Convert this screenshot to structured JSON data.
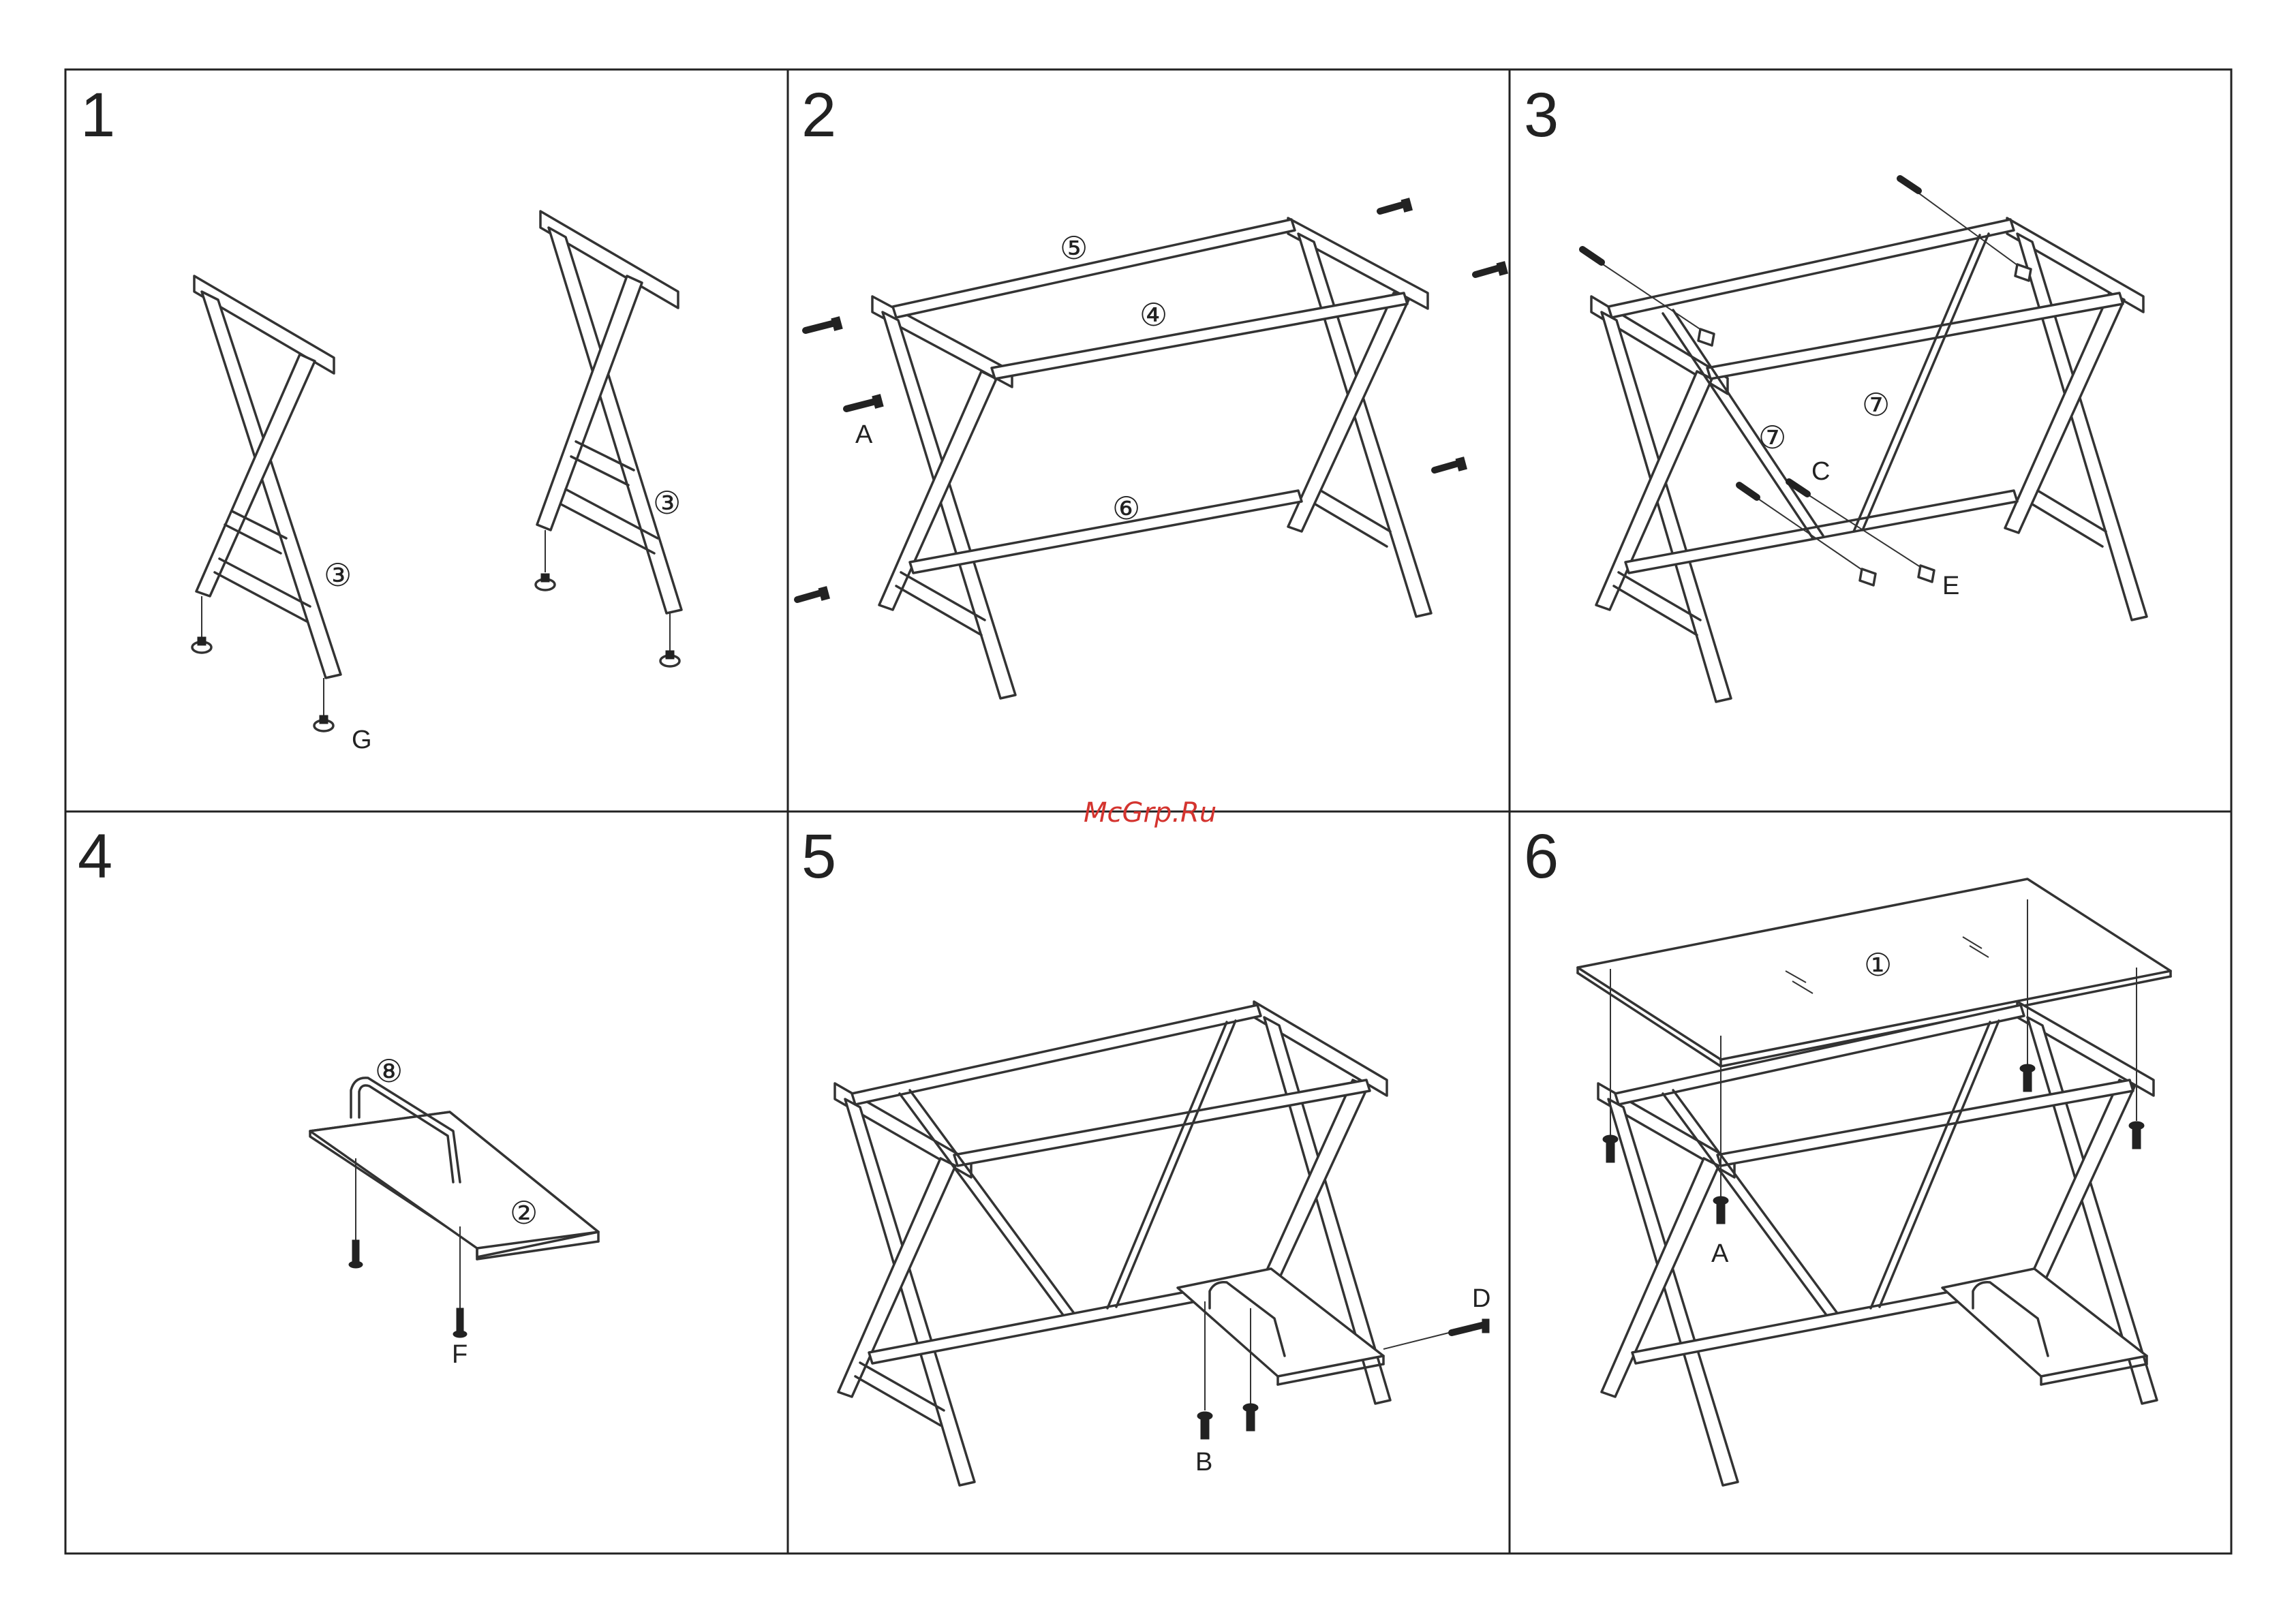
{
  "watermark": "McGrp.Ru",
  "steps": [
    {
      "number": "1",
      "callouts": {
        "leg_a": "③",
        "leg_b": "③"
      },
      "labels": {
        "foot": "G"
      }
    },
    {
      "number": "2",
      "callouts": {
        "rail_top": "⑤",
        "rail_mid": "④",
        "rail_low": "⑥"
      },
      "labels": {
        "bolt": "A"
      }
    },
    {
      "number": "3",
      "callouts": {
        "brace_a": "⑦",
        "brace_b": "⑦"
      },
      "labels": {
        "c": "C",
        "e": "E"
      }
    },
    {
      "number": "4",
      "callouts": {
        "handle": "⑧",
        "shelf": "②"
      },
      "labels": {
        "screw": "F"
      }
    },
    {
      "number": "5",
      "labels": {
        "screw": "B",
        "bolt": "D"
      }
    },
    {
      "number": "6",
      "callouts": {
        "glass": "①"
      },
      "labels": {
        "bolt": "A"
      }
    }
  ],
  "colors": {
    "line": "#333333",
    "watermark": "#d4342f",
    "border": "#222222"
  }
}
